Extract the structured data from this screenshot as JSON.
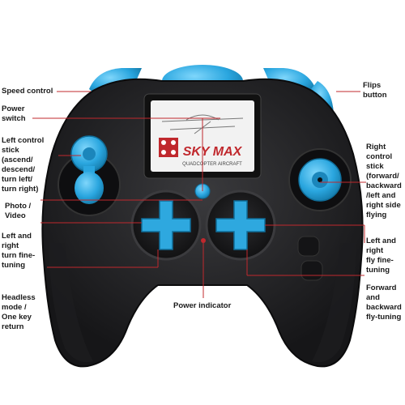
{
  "screen": {
    "brand": "SKY MAX",
    "subtitle": "QUADCOPTER AIRCRAFT"
  },
  "labels": {
    "speed_control": "Speed control",
    "power_switch": "Power\nswitch",
    "left_stick": "Left control\nstick\n(ascend/\ndescend/\nturn left/\nturn right)",
    "photo_video": "Photo /\nVideo",
    "left_right_turn": "Left and\nright\nturn fine-\ntuning",
    "headless_mode": "Headless\nmode /\nOne key\nreturn",
    "power_indicator": "Power indicator",
    "flips_button": "Flips\nbutton",
    "right_stick": "Right\ncontrol\nstick\n(forward/\nbackward\n/left and\nright side\nflying",
    "left_right_fly": "Left and\nright\nfly fine-\ntuning",
    "forward_backward": "Forward\nand\nbackward\nfly-tuning"
  },
  "colors": {
    "body": "#2a2a2c",
    "accent_blue": "#29a9e0",
    "leader_red": "#c0282d",
    "screen": "#f2f2f2"
  }
}
